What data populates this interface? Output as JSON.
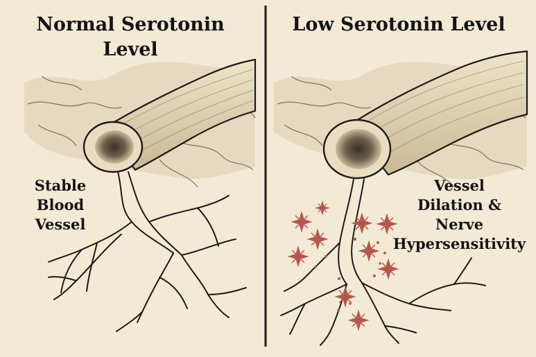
{
  "panels": {
    "left": {
      "title_line1": "Normal Serotonin",
      "title_line2": "Level",
      "label_line1": "Stable",
      "label_line2": "Blood",
      "label_line3": "Vessel"
    },
    "right": {
      "title": "Low Serotonin Level",
      "label_line1": "Vessel",
      "label_line2": "Dilation &",
      "label_line3": "Nerve",
      "label_line4": "Hypersensitivity"
    }
  },
  "colors": {
    "background": "#f3ead6",
    "ink": "#1a1a1a",
    "shading": "#b9ab8c",
    "inflammation": "#b5574a"
  }
}
